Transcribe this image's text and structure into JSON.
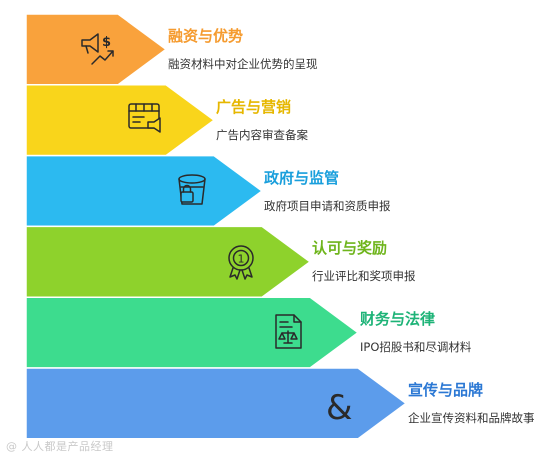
{
  "items": [
    {
      "title": "融资与优势",
      "desc": "融资材料中对企业优势的呈现",
      "color": "#f59b2f",
      "fill": "#f9a23c",
      "icon": "megaphone-dollar-icon"
    },
    {
      "title": "广告与营销",
      "desc": "广告内容审查备案",
      "color": "#e6b700",
      "fill": "#f9d51b",
      "icon": "billboard-megaphone-icon"
    },
    {
      "title": "政府与监管",
      "desc": "政府项目申请和资质申报",
      "color": "#1a9fdc",
      "fill": "#2cbaf0",
      "icon": "bucket-lock-icon"
    },
    {
      "title": "认可与奖励",
      "desc": "行业评比和奖项申报",
      "color": "#6fb51c",
      "fill": "#8ed22c",
      "icon": "award-badge-icon"
    },
    {
      "title": "财务与法律",
      "desc": "IPO招股书和尽调材料",
      "color": "#1db377",
      "fill": "#3ddc8e",
      "icon": "document-scales-icon"
    },
    {
      "title": "宣传与品牌",
      "desc": "企业宣传资料和品牌故事",
      "color": "#2b78d4",
      "fill": "#5c9ceb",
      "icon": "ampersand-icon"
    }
  ],
  "watermark": "@ 人人都是产品经理"
}
